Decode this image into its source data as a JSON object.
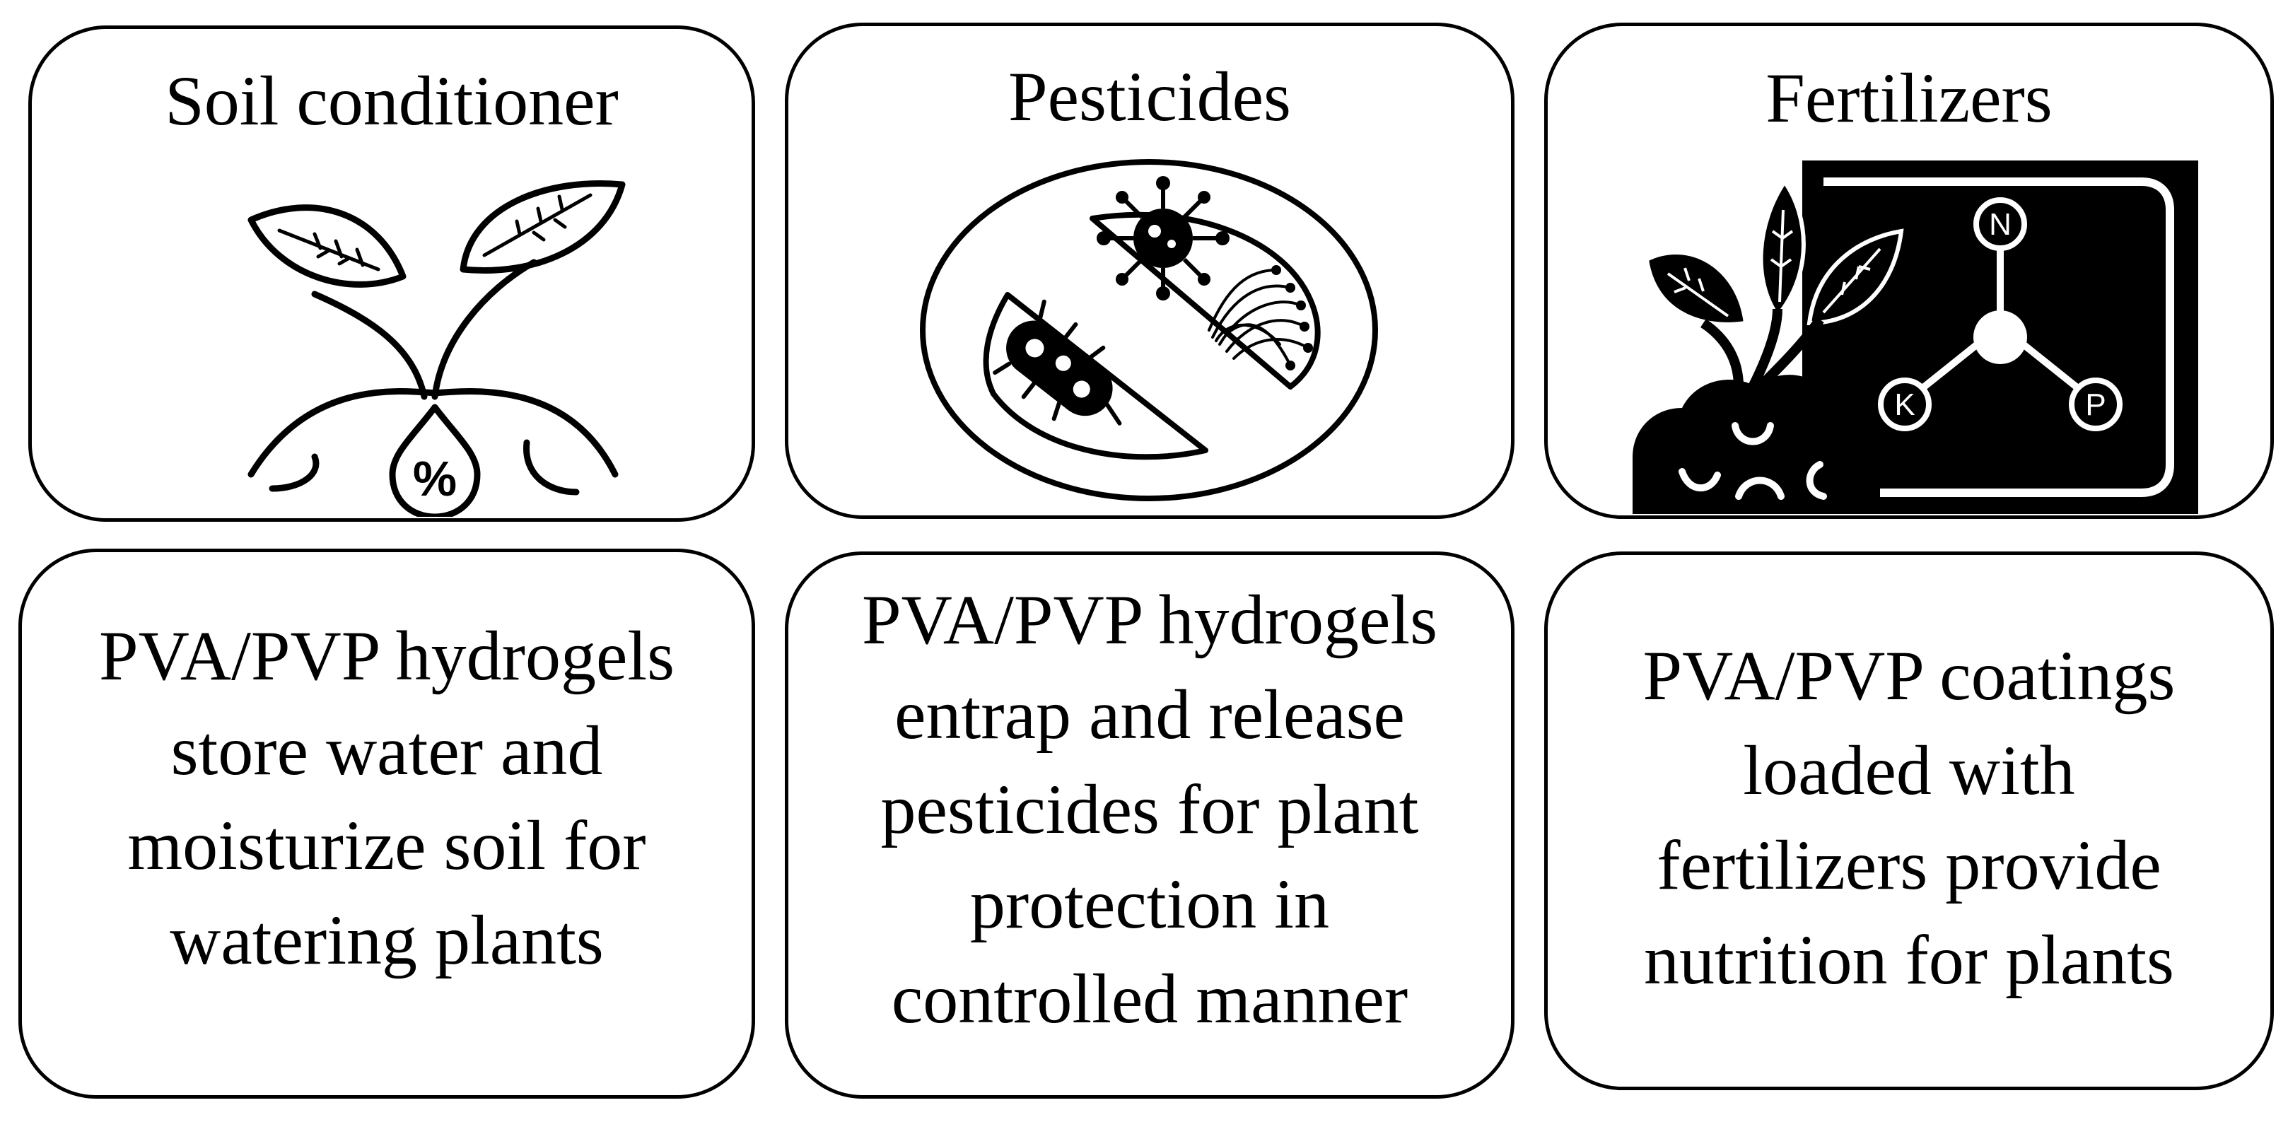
{
  "panels": [
    {
      "title": "Soil conditioner",
      "icon": "plant-water-drop-icon",
      "drop_symbol": "%",
      "description": [
        "PVA/PVP hydrogels",
        "store water and",
        "moisturize soil for",
        "watering plants"
      ]
    },
    {
      "title": "Pesticides",
      "icon": "no-pests-icon",
      "description": [
        "PVA/PVP hydrogels",
        "entrap and release",
        "pesticides for plant",
        "protection in",
        "controlled manner"
      ]
    },
    {
      "title": "Fertilizers",
      "icon": "plant-npk-icon",
      "npk": [
        "N",
        "K",
        "P"
      ],
      "description": [
        "PVA/PVP coatings",
        "loaded with",
        "fertilizers provide",
        "nutrition for plants"
      ]
    }
  ]
}
